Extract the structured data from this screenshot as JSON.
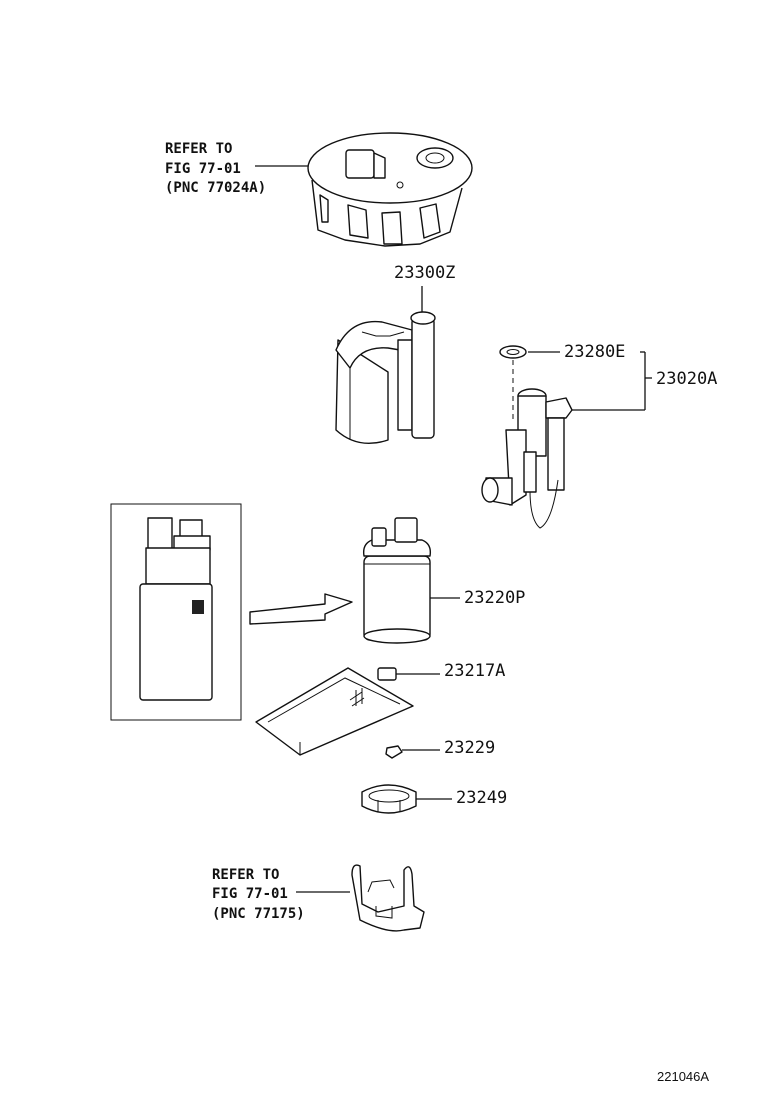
{
  "diagram": {
    "refer_top": [
      "REFER TO",
      "FIG 77-01",
      "(PNC 77024A)"
    ],
    "refer_bottom": [
      "REFER TO",
      "FIG 77-01",
      "(PNC 77175)"
    ],
    "parts": [
      {
        "code": "23300Z"
      },
      {
        "code": "23280E"
      },
      {
        "code": "23020A"
      },
      {
        "code": "23220P"
      },
      {
        "code": "23217A"
      },
      {
        "code": "23229"
      },
      {
        "code": "23249"
      }
    ],
    "figure_id": "221046A"
  }
}
